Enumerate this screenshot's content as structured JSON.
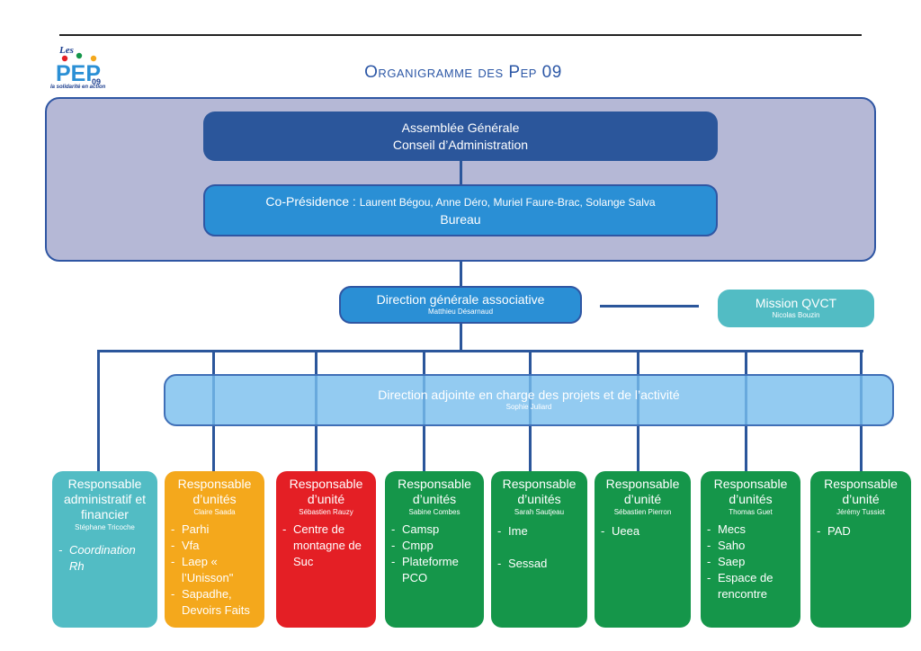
{
  "header": {
    "title": "Organigramme des Pep 09",
    "logo_top": "Les",
    "logo_main": "PEP",
    "logo_num": "09",
    "logo_tagline": "la solidarité en action"
  },
  "governance": {
    "assembly_line1": "Assemblée Générale",
    "assembly_line2": "Conseil d’Administration",
    "copresidence_line1": "Co-Présidence :",
    "copresidence_names": "Laurent Bégou, Anne Déro, Muriel Faure-Brac, Solange Salva",
    "copresidence_line2": "Bureau"
  },
  "direction": {
    "dga_title": "Direction générale associative",
    "dga_name": "Matthieu Désarnaud",
    "qvct_title": "Mission QVCT",
    "qvct_name": "Nicolas Bouzin",
    "adjointe_title": "Direction adjointe en charge des projets et de l’activité",
    "adjointe_name": "Sophie Juliard"
  },
  "colors": {
    "dark_blue": "#2b569b",
    "mid_blue": "#2a8fd5",
    "light_blue": "#78beee",
    "teal": "#52bcc4",
    "orange": "#f4a81c",
    "red": "#e41f25",
    "green": "#15964a",
    "panel": "#b5b8d6"
  },
  "units": [
    {
      "title": "Responsable administratif et financier",
      "name": "Stéphane Tricoche",
      "color": "teal",
      "items": [
        "Coordination Rh"
      ]
    },
    {
      "title": "Responsable d’unités",
      "name": "Claire Saada",
      "color": "orange",
      "items": [
        "Parhi",
        "Vfa",
        "Laep « l’Unisson\"",
        "Sapadhe, Devoirs Faits"
      ]
    },
    {
      "title": "Responsable d’unité",
      "name": "Sébastien Rauzy",
      "color": "red",
      "items": [
        "Centre de montagne de Suc"
      ]
    },
    {
      "title": "Responsable d’unités",
      "name": "Sabine Combes",
      "color": "green",
      "items": [
        "Camsp",
        "Cmpp",
        "Plateforme PCO"
      ]
    },
    {
      "title": "Responsable d’unités",
      "name": "Sarah Sautjeau",
      "color": "green",
      "items": [
        "Ime",
        "Sessad"
      ]
    },
    {
      "title": "Responsable d’unité",
      "name": "Sébastien Pierron",
      "color": "green",
      "items": [
        "Ueea"
      ]
    },
    {
      "title": "Responsable d’unités",
      "name": "Thomas Guet",
      "color": "green",
      "items": [
        "Mecs",
        "Saho",
        "Saep",
        "Espace de rencontre"
      ]
    },
    {
      "title": "Responsable d’unité",
      "name": "Jérémy Tussiot",
      "color": "green",
      "items": [
        "PAD"
      ]
    }
  ]
}
